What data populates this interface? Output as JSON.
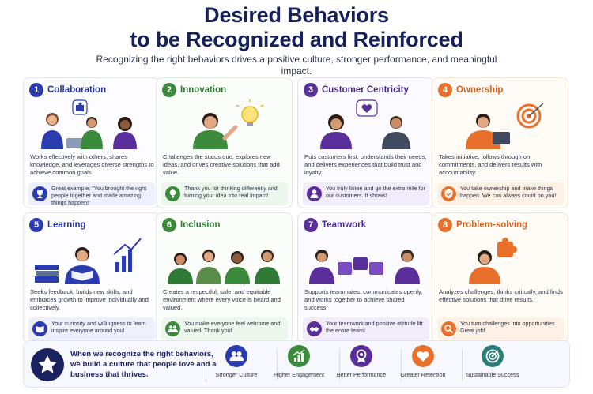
{
  "header": {
    "title_line1": "Desired Behaviors",
    "title_line2": "to be Recognized and Reinforced",
    "subtitle": "Recognizing the right behaviors drives a positive culture, stronger performance, and meaningful impact."
  },
  "cards": [
    {
      "number": "1",
      "title": "Collaboration",
      "description": "Works effectively with others, shares knowledge, and leverages diverse strengths to achieve common goals.",
      "quote": "Great example: \"You brought the right people together and made amazing things happen!\"",
      "icon": "trophy-icon",
      "color": "#2a3cb0"
    },
    {
      "number": "2",
      "title": "Innovation",
      "description": "Challenges the status quo, explores new ideas, and drives creative solutions that add value.",
      "quote": "Thank you for thinking differently and turning your idea into real impact!",
      "icon": "lightbulb-icon",
      "color": "#3c8a3c"
    },
    {
      "number": "3",
      "title": "Customer Centricity",
      "description": "Puts customers first, understands their needs, and delivers experiences that build trust and loyalty.",
      "quote": "You truly listen and go the extra mile for our customers. It shows!",
      "icon": "person-icon",
      "color": "#5a2f9c"
    },
    {
      "number": "4",
      "title": "Ownership",
      "description": "Takes initiative, follows through on commitments, and delivers results with accountability.",
      "quote": "You take ownership and make things happen. We can always count on you!",
      "icon": "shield-check-icon",
      "color": "#e8702a"
    },
    {
      "number": "5",
      "title": "Learning",
      "description": "Seeks feedback, builds new skills, and embraces growth to improve individually and collectively.",
      "quote": "Your curiosity and willingness to learn inspire everyone around you!",
      "icon": "book-icon",
      "color": "#2a3cb0"
    },
    {
      "number": "6",
      "title": "Inclusion",
      "description": "Creates a respectful, safe, and equitable environment where every voice is heard and valued.",
      "quote": "You make everyone feel welcome and valued. Thank you!",
      "icon": "people-icon",
      "color": "#3c8a3c"
    },
    {
      "number": "7",
      "title": "Teamwork",
      "description": "Supports teammates, communicates openly, and works together to achieve shared success.",
      "quote": "Your teamwork and positive attitude lift the entire team!",
      "icon": "handshake-icon",
      "color": "#5a2f9c"
    },
    {
      "number": "8",
      "title": "Problem-solving",
      "description": "Analyzes challenges, thinks critically, and finds effective solutions that drive results.",
      "quote": "You turn challenges into opportunities. Great job!",
      "icon": "magnifier-icon",
      "color": "#e8702a"
    }
  ],
  "footer": {
    "statement": "When we recognize the right behaviors, we build a culture that people love and a business that thrives.",
    "outcomes": [
      {
        "label": "Stronger Culture",
        "icon": "people-icon",
        "color": "#2a3cb0"
      },
      {
        "label": "Higher Engagement",
        "icon": "growth-chart-icon",
        "color": "#3c8a3c"
      },
      {
        "label": "Better Performance",
        "icon": "medal-icon",
        "color": "#5a2f9c"
      },
      {
        "label": "Greater Retention",
        "icon": "heart-icon",
        "color": "#e8702a"
      },
      {
        "label": "Sustainable Success",
        "icon": "target-icon",
        "color": "#2a7f7a"
      }
    ]
  }
}
